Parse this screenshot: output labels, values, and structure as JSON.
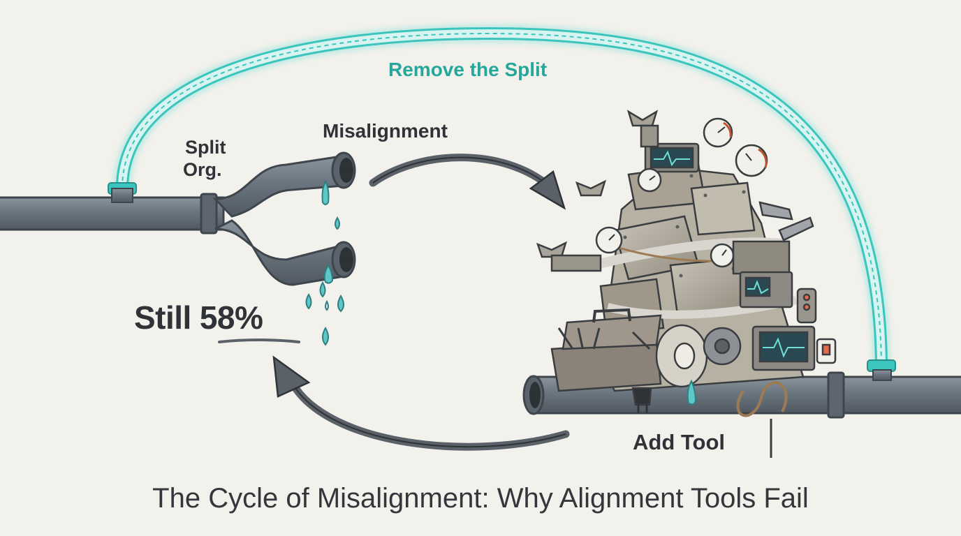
{
  "labels": {
    "remove_split": "Remove the Split",
    "misalignment": "Misalignment",
    "split_org_line1": "Split",
    "split_org_line2": "Org.",
    "still_prefix": "Still",
    "still_percent": "58%",
    "add_tool": "Add Tool",
    "title": "The Cycle of Misalignment: Why Alignment Tools Fail"
  },
  "colors": {
    "background": "#f3f1ec",
    "pipe": "#69737d",
    "pipe_dark": "#3e454c",
    "teal": "#3cc5bd",
    "teal_text": "#27a79b",
    "arrow": "#5b6168",
    "water": "#5ec8c8",
    "text": "#2f3338"
  },
  "icons": [
    "pipe",
    "y-pipe-split",
    "water-drop",
    "curved-arrow",
    "tool-pile",
    "gauge",
    "toolbox",
    "tape-roll",
    "monitor",
    "wrench",
    "teal-bypass-pipe"
  ]
}
